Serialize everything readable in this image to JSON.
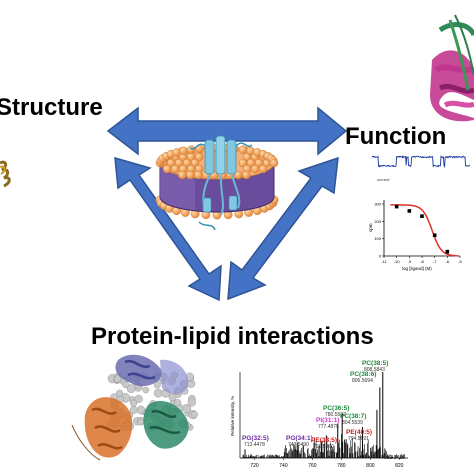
{
  "labels": {
    "structure": "Structure",
    "function": "Function",
    "interactions": "Protein-lipid interactions"
  },
  "trace": {
    "current_label": "current"
  },
  "dose_response": {
    "ylabel": "cpm",
    "xlabel": "log [ligand] (M)",
    "yticks": [
      "300",
      "200",
      "100",
      "0"
    ],
    "xticks": [
      "-11",
      "-10",
      "-9",
      "-8",
      "-7",
      "-6",
      "-5"
    ],
    "points": [
      {
        "x": -10,
        "y": 285
      },
      {
        "x": -9,
        "y": 260
      },
      {
        "x": -8,
        "y": 230
      },
      {
        "x": -7,
        "y": 120
      },
      {
        "x": -6,
        "y": 25
      }
    ]
  },
  "mass_spec": {
    "ylabel": "Relative intensity, %",
    "xticks": [
      "720",
      "740",
      "760",
      "780",
      "800",
      "820"
    ],
    "peaks": [
      {
        "name": "PC(38:5)",
        "mz": "808.5843",
        "color": "#1f8a3c"
      },
      {
        "name": "PC(38:6)",
        "mz": "806.5694",
        "color": "#1f8a3c"
      },
      {
        "name": "PC(36:5)",
        "mz": "780.5537",
        "color": "#1f8a3c"
      },
      {
        "name": "PC(38:7)",
        "mz": "804.5539",
        "color": "#1f8a3c"
      },
      {
        "name": "PI(31:1)",
        "mz": "777.4875",
        "color": "#c83ad0"
      },
      {
        "name": "PE(40:5)",
        "mz": "794.5691",
        "color": "#cc1a1a"
      },
      {
        "name": "PG(34:1)",
        "mz": "749.5490",
        "color": "#6a2aa0"
      },
      {
        "name": "PE(38:5)",
        "mz": "766.5376",
        "color": "#cc1a1a"
      },
      {
        "name": "PG(32:5)",
        "mz": "713.4478",
        "color": "#6a2aa0"
      },
      {
        "name": "",
        "mz": "822.5416",
        "color": "#000000"
      }
    ]
  },
  "colors": {
    "arrow": "#4472c4",
    "lipid_head": "#f5a85c",
    "nanodisc_belt": "#6a4c9c",
    "protein": "#7ec8e3",
    "trace": "#1a3aa0",
    "fit": "#e0302a"
  }
}
